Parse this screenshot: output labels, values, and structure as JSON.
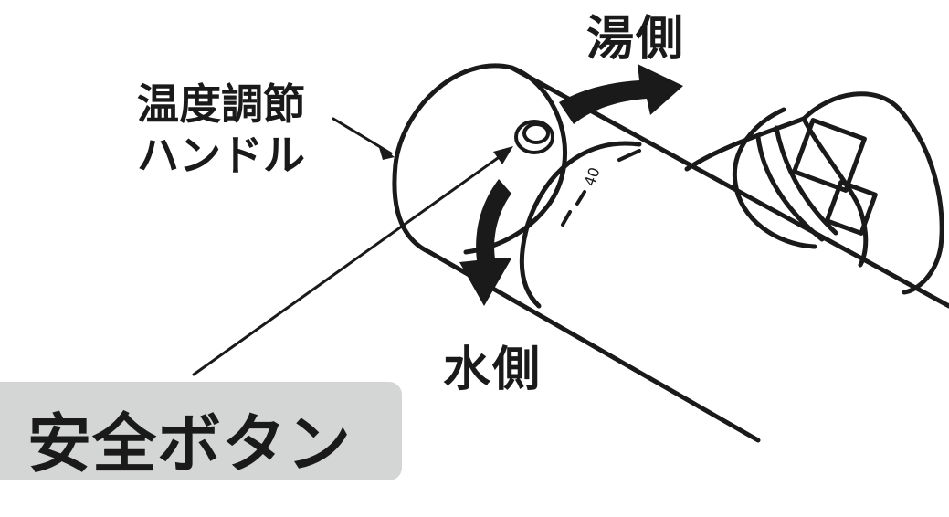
{
  "labels": {
    "hot_side": "湯側",
    "cold_side": "水側",
    "handle_line1": "温度調節",
    "handle_line2": "ハンドル",
    "safety_button": "安全ボタン",
    "dial_tick": "40"
  },
  "colors": {
    "ink": "#1a1a1a",
    "label_box": "#d4d5d5",
    "background": "#ffffff"
  }
}
